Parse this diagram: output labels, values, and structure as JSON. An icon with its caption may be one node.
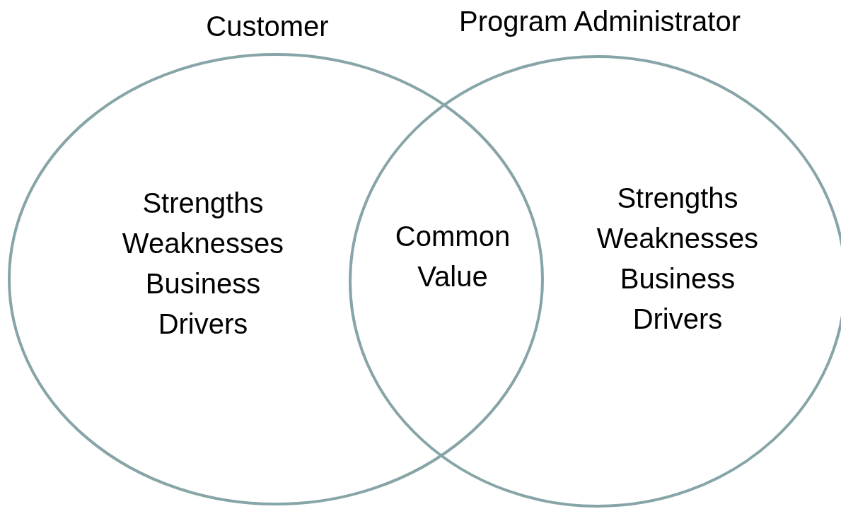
{
  "diagram": {
    "nodes": [
      {
        "text": [
          "Customer",
          "Strengths Weaknesses Business Drivers"
        ]
      },
      {
        "text": [
          "Program Administrator",
          "Strengths Weaknesses Business Drivers"
        ]
      }
    ],
    "labels": [
      "Common Value"
    ]
  }
}
